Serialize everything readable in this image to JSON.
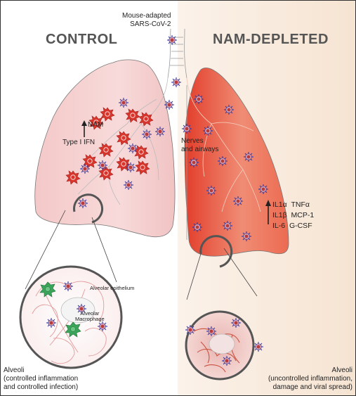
{
  "panels": {
    "left_title": "CONTROL",
    "right_title": "NAM-DEPLETED"
  },
  "virus": {
    "label_line1": "Mouse-adapted",
    "label_line2": "SARS-CoV-2"
  },
  "control": {
    "nam_label": "NAM",
    "ifn_label": "Type I IFN",
    "alveolar_epithelium": "Alveolar epithelium",
    "macrophage_line1": "Alveolar",
    "macrophage_line2": "Macrophage",
    "alveoli_title": "Alveoli",
    "alveoli_line1": "(controlled inflammation",
    "alveoli_line2": "and controlled infection)"
  },
  "depleted": {
    "nerves_line1": "Nerves",
    "nerves_line2": "and airways",
    "cytokines": [
      "IL1α",
      "TNFα",
      "IL1β",
      "MCP-1",
      "IL-6",
      "G-CSF"
    ],
    "alveoli_title": "Alveoli",
    "alveoli_line1": "(uncontrolled inflammation,",
    "alveoli_line2": "damage and viral spread)"
  },
  "colors": {
    "right_background": "#f8e9dc",
    "control_lung": "#f2bfbf",
    "depleted_lung": "#e2553a",
    "macrophage_red": "#d8352c",
    "alveolar_macrophage_green": "#3aa45a",
    "virus_core": "#b83a3a",
    "virus_spike": "#3a3a9a"
  },
  "icons": [
    "virus-icon",
    "macrophage-icon",
    "up-arrow-icon",
    "zoom-circle-icon"
  ]
}
